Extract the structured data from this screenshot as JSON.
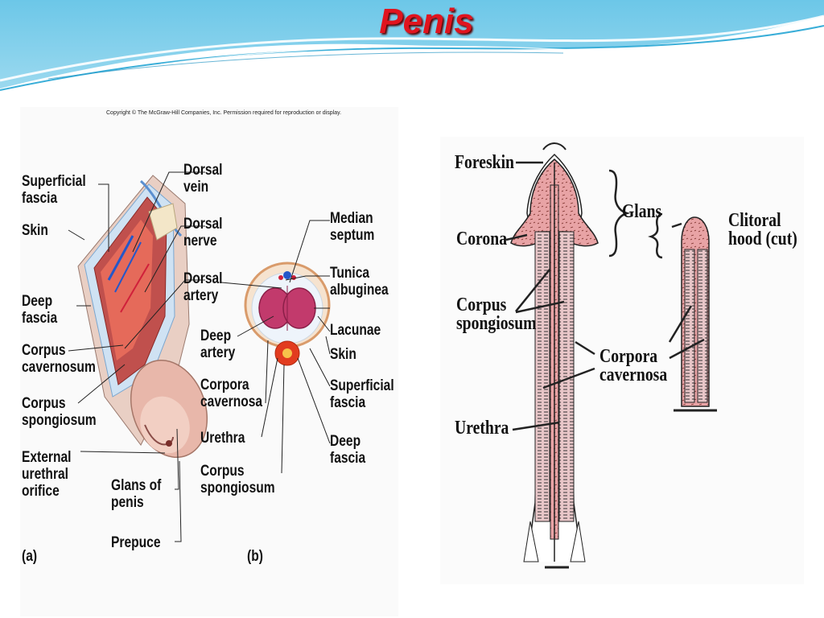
{
  "slide": {
    "title": "Penis"
  },
  "left_figure": {
    "copyright": "Copyright © The McGraw-Hill Companies, Inc. Permission required for reproduction or display.",
    "panel_a": {
      "tag": "(a)",
      "labels": {
        "superficial_fascia_1": "Superficial",
        "superficial_fascia_2": "fascia",
        "skin": "Skin",
        "deep_fascia_1": "Deep",
        "deep_fascia_2": "fascia",
        "corpus_cavernosum_1": "Corpus",
        "corpus_cavernosum_2": "cavernosum",
        "corpus_spongiosum_1": "Corpus",
        "corpus_spongiosum_2": "spongiosum",
        "external_urethral_1": "External",
        "external_urethral_2": "urethral",
        "external_urethral_3": "orifice",
        "glans_1": "Glans of",
        "glans_2": "penis",
        "prepuce": "Prepuce",
        "dorsal_vein_1": "Dorsal",
        "dorsal_vein_2": "vein",
        "dorsal_nerve_1": "Dorsal",
        "dorsal_nerve_2": "nerve",
        "dorsal_artery_1": "Dorsal",
        "dorsal_artery_2": "artery"
      }
    },
    "panel_b": {
      "tag": "(b)",
      "labels": {
        "deep_artery_1": "Deep",
        "deep_artery_2": "artery",
        "corpora_cavernosa_1": "Corpora",
        "corpora_cavernosa_2": "cavernosa",
        "urethra": "Urethra",
        "corpus_spongiosum_1": "Corpus",
        "corpus_spongiosum_2": "spongiosum",
        "median_septum_1": "Median",
        "median_septum_2": "septum",
        "tunica_1": "Tunica",
        "tunica_2": "albuginea",
        "lacunae": "Lacunae",
        "skin": "Skin",
        "superficial_fascia_1": "Superficial",
        "superficial_fascia_2": "fascia",
        "deep_fascia_1": "Deep",
        "deep_fascia_2": "fascia"
      }
    }
  },
  "right_figure": {
    "labels": {
      "foreskin": "Foreskin",
      "corona": "Corona",
      "corpus_spongiosum_1": "Corpus",
      "corpus_spongiosum_2": "spongiosum",
      "urethra": "Urethra",
      "glans": "Glans",
      "clitoral_hood_1": "Clitoral",
      "clitoral_hood_2": "hood (cut)",
      "corpora_cavernosa_1": "Corpora",
      "corpora_cavernosa_2": "cavernosa"
    }
  },
  "colors": {
    "title": "#e0141e",
    "banner": "#3aaed8",
    "erectile_tissue": "#e8a3a5",
    "cavernosa_cross_section": "#c23a6c"
  }
}
